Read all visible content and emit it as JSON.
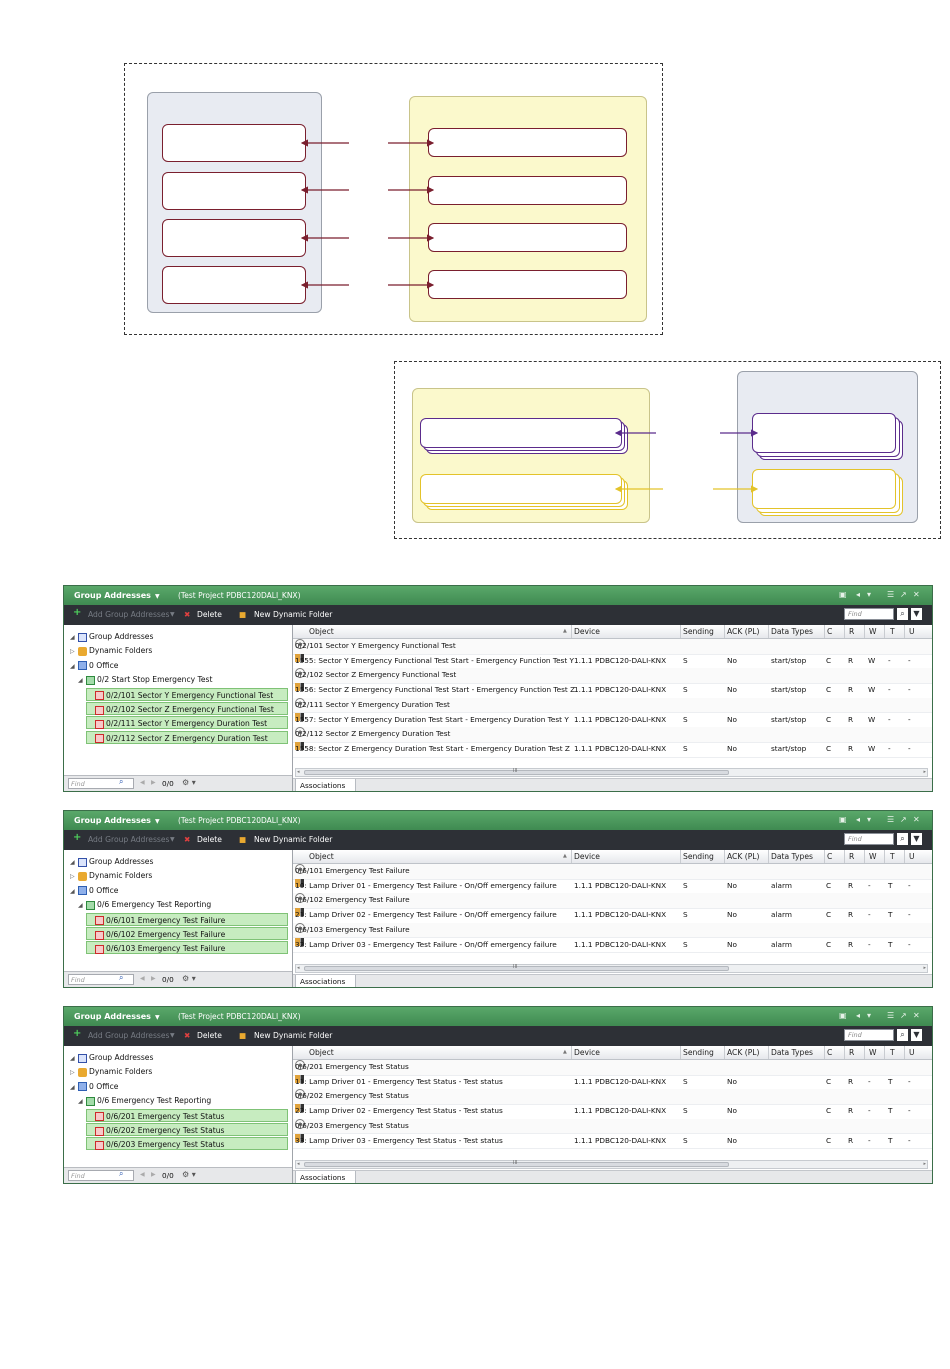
{
  "windows": [
    {
      "title": "Group Addresses",
      "project": "(Test Project PDBC120DALI_KNX)",
      "toolbar": {
        "add": "Add Group Addresses",
        "delete": "Delete",
        "new_dynamic": "New Dynamic Folder",
        "find_placeholder": "Find"
      },
      "tree": [
        "Group Addresses",
        "Dynamic Folders",
        "0 Office",
        "0/2 Start Stop Emergency Test",
        "0/2/101 Sector Y Emergency Functional Test",
        "0/2/102 Sector Z Emergency Functional Test",
        "0/2/111 Sector Y Emergency Duration Test",
        "0/2/112 Sector Z Emergency Duration Test"
      ],
      "footer": {
        "find": "Find",
        "pages": "0/0"
      },
      "columns": [
        "Object",
        "Device",
        "Sending",
        "ACK (PL)",
        "Data Types",
        "C",
        "R",
        "W",
        "T",
        "U"
      ],
      "rows": [
        {
          "group": "0/2/101 Sector Y Emergency Functional Test"
        },
        {
          "object": "1555: Sector Y Emergency Functional Test Start - Emergency Function Test Y",
          "address": "1.1.1",
          "device": "PDBC120-DALI-KNX",
          "sending": "S",
          "ack": "No",
          "dtype": "start/stop",
          "c": "C",
          "r": "R",
          "w": "W",
          "t": "-",
          "u": "-"
        },
        {
          "group": "0/2/102 Sector Z Emergency Functional Test"
        },
        {
          "object": "1556: Sector Z Emergency Functional Test Start - Emergency Function Test Z",
          "address": "1.1.1",
          "device": "PDBC120-DALI-KNX",
          "sending": "S",
          "ack": "No",
          "dtype": "start/stop",
          "c": "C",
          "r": "R",
          "w": "W",
          "t": "-",
          "u": "-"
        },
        {
          "group": "0/2/111 Sector Y Emergency Duration Test"
        },
        {
          "object": "1557: Sector Y Emergency Duration Test Start - Emergency Duration Test Y",
          "address": "1.1.1",
          "device": "PDBC120-DALI-KNX",
          "sending": "S",
          "ack": "No",
          "dtype": "start/stop",
          "c": "C",
          "r": "R",
          "w": "W",
          "t": "-",
          "u": "-"
        },
        {
          "group": "0/2/112 Sector Z Emergency Duration Test"
        },
        {
          "object": "1558: Sector Z Emergency Duration Test Start - Emergency Duration Test Z",
          "address": "1.1.1",
          "device": "PDBC120-DALI-KNX",
          "sending": "S",
          "ack": "No",
          "dtype": "start/stop",
          "c": "C",
          "r": "R",
          "w": "W",
          "t": "-",
          "u": "-"
        }
      ],
      "scroll_mark": "III",
      "tab": "Associations"
    },
    {
      "title": "Group Addresses",
      "project": "(Test Project PDBC120DALI_KNX)",
      "toolbar": {
        "add": "Add Group Addresses",
        "delete": "Delete",
        "new_dynamic": "New Dynamic Folder",
        "find_placeholder": "Find"
      },
      "tree": [
        "Group Addresses",
        "Dynamic Folders",
        "0 Office",
        "0/6 Emergency Test Reporting",
        "0/6/101 Emergency Test Failure",
        "0/6/102 Emergency Test Failure",
        "0/6/103 Emergency Test Failure"
      ],
      "footer": {
        "find": "Find",
        "pages": "0/0"
      },
      "columns": [
        "Object",
        "Device",
        "Sending",
        "ACK (PL)",
        "Data Types",
        "C",
        "R",
        "W",
        "T",
        "U"
      ],
      "rows": [
        {
          "group": "0/6/101 Emergency Test Failure"
        },
        {
          "object": "10: Lamp Driver 01 - Emergency Test Failure - On/Off emergency failure",
          "address": "1.1.1",
          "device": "PDBC120-DALI-KNX",
          "sending": "S",
          "ack": "No",
          "dtype": "alarm",
          "c": "C",
          "r": "R",
          "w": "-",
          "t": "T",
          "u": "-"
        },
        {
          "group": "0/6/102 Emergency Test Failure"
        },
        {
          "object": "21: Lamp Driver 02 - Emergency Test Failure - On/Off emergency failure",
          "address": "1.1.1",
          "device": "PDBC120-DALI-KNX",
          "sending": "S",
          "ack": "No",
          "dtype": "alarm",
          "c": "C",
          "r": "R",
          "w": "-",
          "t": "T",
          "u": "-"
        },
        {
          "group": "0/6/103 Emergency Test Failure"
        },
        {
          "object": "32: Lamp Driver 03 - Emergency Test Failure - On/Off emergency failure",
          "address": "1.1.1",
          "device": "PDBC120-DALI-KNX",
          "sending": "S",
          "ack": "No",
          "dtype": "alarm",
          "c": "C",
          "r": "R",
          "w": "-",
          "t": "T",
          "u": "-"
        }
      ],
      "scroll_mark": "III",
      "tab": "Associations"
    },
    {
      "title": "Group Addresses",
      "project": "(Test Project PDBC120DALI_KNX)",
      "toolbar": {
        "add": "Add Group Addresses",
        "delete": "Delete",
        "new_dynamic": "New Dynamic Folder",
        "find_placeholder": "Find"
      },
      "tree": [
        "Group Addresses",
        "Dynamic Folders",
        "0 Office",
        "0/6 Emergency Test Reporting",
        "0/6/201 Emergency Test Status",
        "0/6/202 Emergency Test Status",
        "0/6/203 Emergency Test Status"
      ],
      "footer": {
        "find": "Find",
        "pages": "0/0"
      },
      "columns": [
        "Object",
        "Device",
        "Sending",
        "ACK (PL)",
        "Data Types",
        "C",
        "R",
        "W",
        "T",
        "U"
      ],
      "rows": [
        {
          "group": "0/6/201 Emergency Test Status"
        },
        {
          "object": "11: Lamp Driver 01 - Emergency Test Status - Test status",
          "address": "1.1.1",
          "device": "PDBC120-DALI-KNX",
          "sending": "S",
          "ack": "No",
          "dtype": "",
          "c": "C",
          "r": "R",
          "w": "-",
          "t": "T",
          "u": "-"
        },
        {
          "group": "0/6/202 Emergency Test Status"
        },
        {
          "object": "22: Lamp Driver 02 - Emergency Test Status - Test status",
          "address": "1.1.1",
          "device": "PDBC120-DALI-KNX",
          "sending": "S",
          "ack": "No",
          "dtype": "",
          "c": "C",
          "r": "R",
          "w": "-",
          "t": "T",
          "u": "-"
        },
        {
          "group": "0/6/203 Emergency Test Status"
        },
        {
          "object": "33: Lamp Driver 03 - Emergency Test Status - Test status",
          "address": "1.1.1",
          "device": "PDBC120-DALI-KNX",
          "sending": "S",
          "ack": "No",
          "dtype": "",
          "c": "C",
          "r": "R",
          "w": "-",
          "t": "T",
          "u": "-"
        }
      ],
      "scroll_mark": "III",
      "tab": "Associations"
    }
  ]
}
